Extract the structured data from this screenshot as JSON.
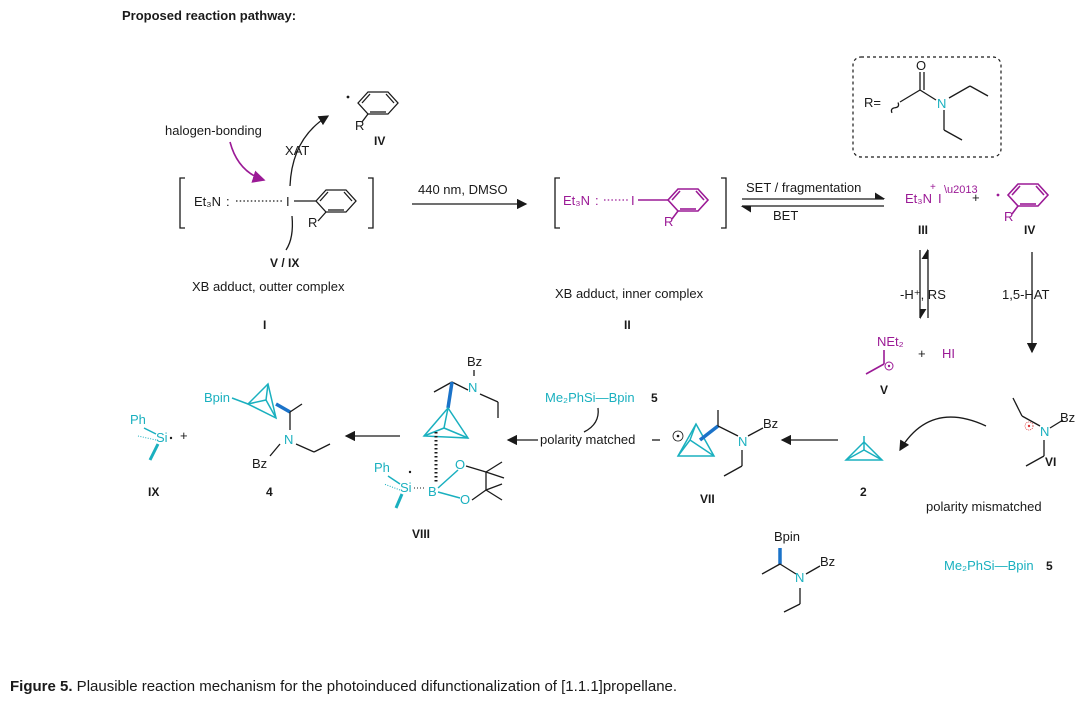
{
  "heading": "Proposed reaction pathway:",
  "caption": {
    "label": "Figure 5.",
    "text": " Plausible reaction mechanism for the photoinduced difunctionalization of [1.1.1]propellane."
  },
  "top_row": {
    "halogen_bonding": "halogen-bonding",
    "xat": "XAT",
    "iv_label_top": "IV",
    "et3n": "Et₃N",
    "r": "R",
    "v_ix": "V / IX",
    "complex_I_name": "XB adduct, outter complex",
    "complex_I_num": "I",
    "arrow1": "440 nm, DMSO",
    "complex_II_name": "XB adduct, inner complex",
    "complex_II_num": "II",
    "set_frag": "SET / fragmentation",
    "bet": "BET",
    "iii_label": "III",
    "iv_label": "IV",
    "plus": "+",
    "r_box": "R=",
    "o": "O",
    "n": "N"
  },
  "right_col": {
    "hrs": "-H⁺, RS",
    "hat": "1,5-HAT",
    "v_label": "V",
    "hi": "HI",
    "net2": "NEt₂",
    "vi_label": "VI",
    "bz": "Bz",
    "mismatch": "polarity mismatched"
  },
  "bottom_row": {
    "ix_label": "IX",
    "ph": "Ph",
    "si": "Si",
    "bpin": "Bpin",
    "label_4": "4",
    "viii_label": "VIII",
    "reagent": "Me₂PhSi—Bpin",
    "label_5": "5",
    "matched": "polarity matched",
    "vii_label": "VII",
    "label_2": "2",
    "b": "B",
    "o": "O"
  }
}
